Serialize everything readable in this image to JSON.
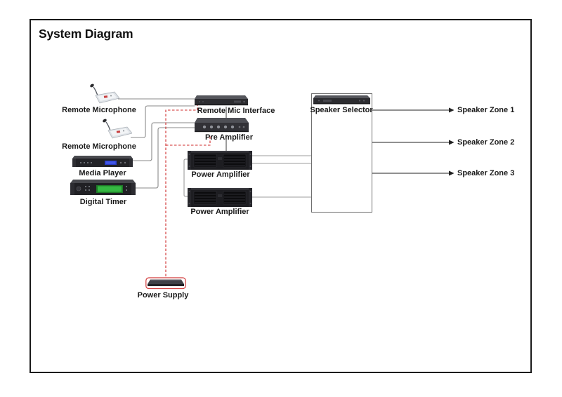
{
  "title": "System Diagram",
  "devices": {
    "remote_mic_1": {
      "label": "Remote Microphone"
    },
    "remote_mic_2": {
      "label": "Remote Microphone"
    },
    "mic_interface": {
      "label": "Remote Mic Interface"
    },
    "pre_amplifier": {
      "label": "Pre Amplifier"
    },
    "media_player": {
      "label": "Media Player"
    },
    "digital_timer": {
      "label": "Digital Timer"
    },
    "power_amplifier_1": {
      "label": "Power Amplifier"
    },
    "power_amplifier_2": {
      "label": "Power Amplifier"
    },
    "power_supply": {
      "label": "Power Supply"
    },
    "speaker_selector": {
      "label": "Speaker Selector"
    }
  },
  "zones": [
    {
      "label": "Speaker Zone 1"
    },
    {
      "label": "Speaker Zone 2"
    },
    {
      "label": "Speaker Zone 3"
    }
  ],
  "colors": {
    "frame_border": "#1a1a1a",
    "signal_line": "#8a8a8a",
    "device_link_line": "#4a4a4a",
    "amp_output_line": "#b0b0b0",
    "zone_line": "#222222",
    "power_line_red": "#cf2b2b",
    "media_display_blue": "#3a4cd8",
    "timer_display_green": "#35b842"
  }
}
